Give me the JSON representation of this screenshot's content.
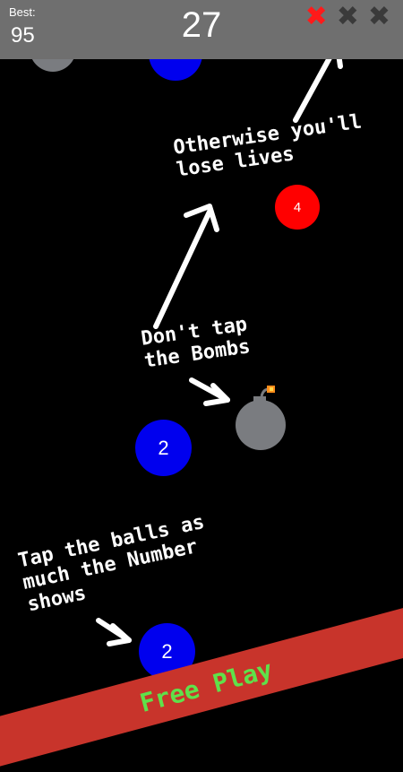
{
  "hud": {
    "best_label": "Best:",
    "best_value": "95",
    "score": "27",
    "lives": [
      {
        "state": "lost",
        "glyph": "✖",
        "color": "#ff1a1a"
      },
      {
        "state": "remaining",
        "glyph": "✖",
        "color": "#3a3a3a"
      },
      {
        "state": "remaining",
        "glyph": "✖",
        "color": "#3a3a3a"
      }
    ]
  },
  "balls": [
    {
      "id": "red",
      "label": "4",
      "color": "#ff0000"
    },
    {
      "id": "blue-middle",
      "label": "2",
      "color": "#0000ee"
    },
    {
      "id": "blue-bottom",
      "label": "2",
      "color": "#0000ee"
    },
    {
      "id": "blue-top-partial",
      "label": "",
      "color": "#0000ee"
    },
    {
      "id": "gray-top-partial",
      "label": "",
      "color": "#7a7c80"
    }
  ],
  "bomb": {
    "color": "#7a7c80",
    "fuse_color": "#ff8c1a"
  },
  "tutorial": {
    "lives_hint": "Otherwise you'll\nlose lives",
    "bomb_hint": "Don't tap\nthe Bombs",
    "ball_hint": "Tap the balls as\nmuch the Number\nshows"
  },
  "banner": {
    "label": "Free Play"
  },
  "colors": {
    "background": "#000000",
    "topbar": "#6f6f6f",
    "banner": "#c8342b",
    "banner_text": "#5fe14a"
  }
}
